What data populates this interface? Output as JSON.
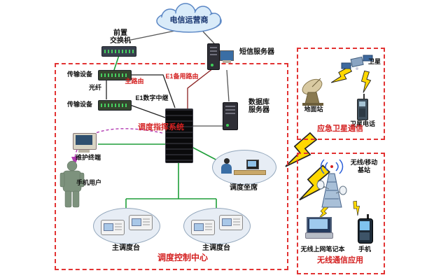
{
  "nodes": {
    "telecom_operator": "电信运营商",
    "front_switch": "前置\n交换机",
    "transmission_top": "传输设备",
    "transmission_bottom": "传输设备",
    "fiber": "光纤",
    "main_route": "主路由",
    "e1_backup_route": "E1备用路由",
    "e1_digital_trunk": "E1数字中继",
    "sms_server": "短信服务器",
    "database_server": "数据库\n服务器",
    "dispatch_command_system": "调度指挥系统",
    "maintenance_terminal": "维护终端",
    "mobile_user": "手机用户",
    "dispatch_seat": "调度坐席",
    "main_console_left": "主调度台",
    "main_console_right": "主调度台",
    "dispatch_control_center": "调度控制中心",
    "satellite": "卫星",
    "ground_station": "地面站",
    "satellite_phone": "卫星电话",
    "emergency_satellite_comm": "应急卫星通信",
    "wireless_mobile_base_station": "无线/移动\n基站",
    "wireless_laptop": "无线上网笔记本",
    "mobile_phone": "手机",
    "wireless_comm_app": "无线通信应用"
  },
  "colors": {
    "box_border": "#e23333",
    "red_text": "#d42020",
    "green_line": "#1e9e38",
    "purple_dashed": "#b23ab2",
    "bolt_fill": "#ffd800",
    "cloud_fill": "#d9ebf9",
    "cloud_border": "#5b87c5"
  }
}
